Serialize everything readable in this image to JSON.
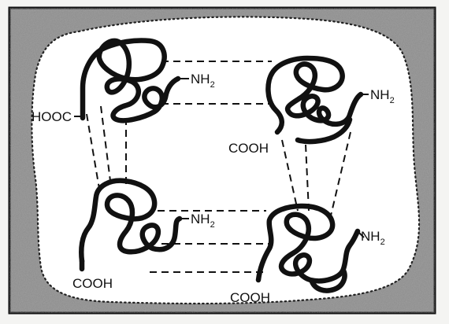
{
  "diagram": {
    "subunits": [
      {
        "id": "top-left",
        "amino_label": "NH",
        "amino_sub": "2",
        "carboxyl_label": "HOOC"
      },
      {
        "id": "top-right",
        "amino_label": "NH",
        "amino_sub": "2",
        "carboxyl_label": "COOH"
      },
      {
        "id": "bottom-left",
        "amino_label": "NH",
        "amino_sub": "2",
        "carboxyl_label": "COOH"
      },
      {
        "id": "bottom-right",
        "amino_label": "NH",
        "amino_sub": "2",
        "carboxyl_label": "COOH"
      }
    ],
    "colors": {
      "frame": "#111111",
      "shading": "#8a8a8a",
      "inner_region": "#ffffff",
      "chain": "#111111",
      "bond": "#111111"
    }
  }
}
